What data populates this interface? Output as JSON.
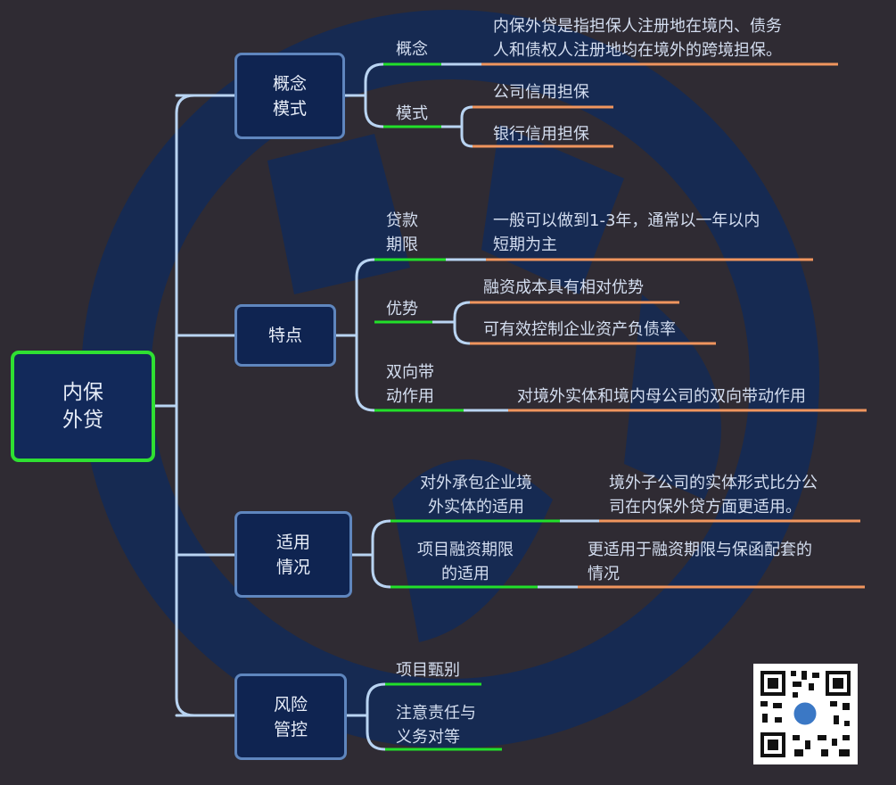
{
  "root": {
    "line1": "内保",
    "line2": "外贷"
  },
  "branches": {
    "concept": {
      "title": {
        "line1": "概念",
        "line2": "模式"
      },
      "sub1": {
        "label": "概念",
        "detail": {
          "line1": "内保外贷是指担保人注册地在境内、债务",
          "line2": "人和债权人注册地均在境外的跨境担保。"
        }
      },
      "sub2": {
        "label": "模式",
        "items": [
          "公司信用担保",
          "银行信用担保"
        ]
      }
    },
    "features": {
      "title": "特点",
      "sub1": {
        "label": {
          "line1": "贷款",
          "line2": "期限"
        },
        "detail": {
          "line1": "一般可以做到1-3年，通常以一年以内",
          "line2": "短期为主"
        }
      },
      "sub2": {
        "label": "优势",
        "items": [
          "融资成本具有相对优势",
          "可有效控制企业资产负债率"
        ]
      },
      "sub3": {
        "label": {
          "line1": "双向带",
          "line2": "动作用"
        },
        "detail": "对境外实体和境内母公司的双向带动作用"
      }
    },
    "applicable": {
      "title": {
        "line1": "适用",
        "line2": "情况"
      },
      "sub1": {
        "label": {
          "line1": "对外承包企业境",
          "line2": "外实体的适用"
        },
        "detail": {
          "line1": "境外子公司的实体形式比分公",
          "line2": "司在内保外贷方面更适用。"
        }
      },
      "sub2": {
        "label": {
          "line1": "项目融资期限",
          "line2": "的适用"
        },
        "detail": {
          "line1": "更适用于融资期限与保函配套的",
          "line2": "情况"
        }
      }
    },
    "risk": {
      "title": {
        "line1": "风险",
        "line2": "管控"
      },
      "items": [
        "项目甄别",
        {
          "line1": "注意责任与",
          "line2": "义务对等"
        }
      ]
    }
  },
  "colors": {
    "background": "#2f2b33",
    "node_fill": "#0f2451",
    "node_border": "#5f86be",
    "root_border": "#2fe032",
    "connector": "#b9d4f2",
    "green_underline": "#22e02a",
    "orange_underline": "#f0955e"
  }
}
